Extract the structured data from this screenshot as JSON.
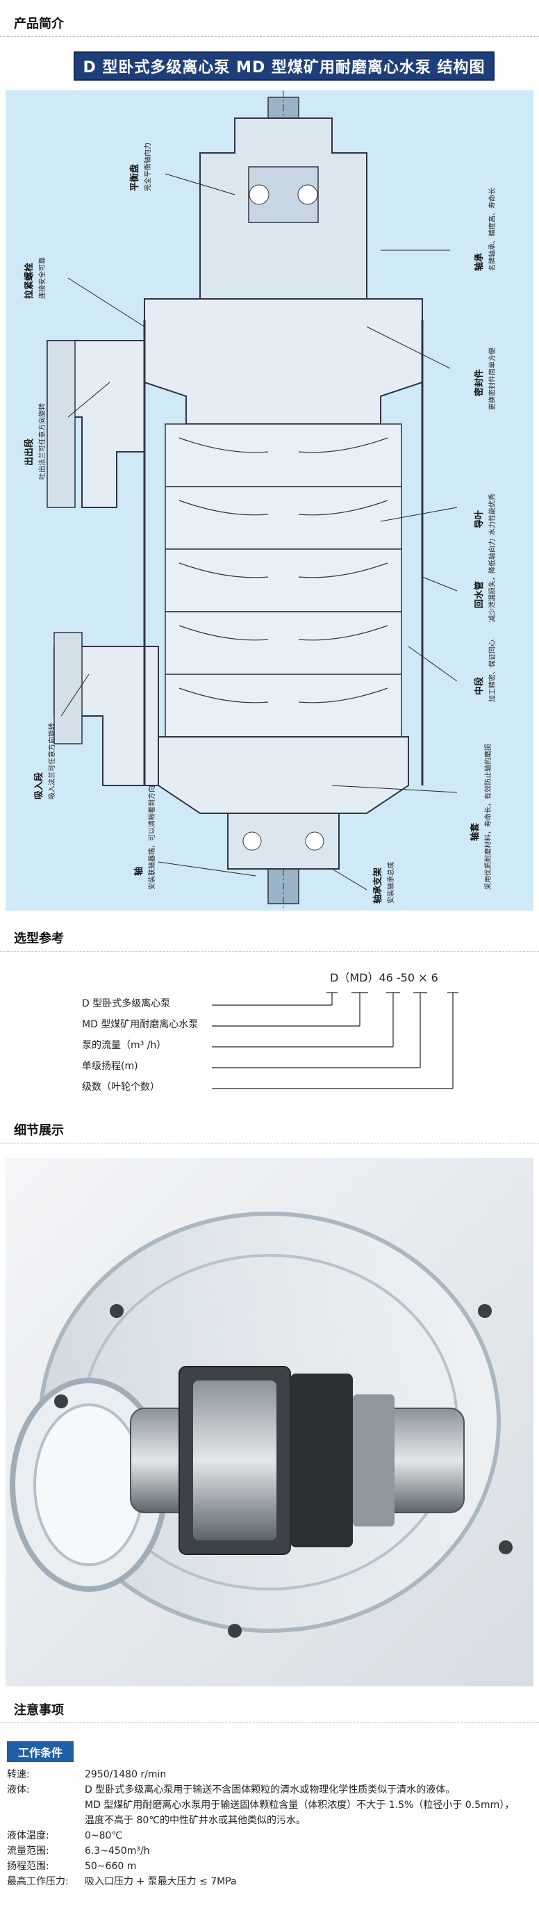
{
  "sections": {
    "intro": "产品简介",
    "selection": "选型参考",
    "details": "细节展示",
    "notes": "注意事项"
  },
  "banner": "D 型卧式多级离心泵  MD 型煤矿用耐磨离心水泵  结构图",
  "diagram_labels": [
    {
      "title": "平衡盘",
      "desc": "完全平衡轴向力"
    },
    {
      "title": "拉紧螺栓",
      "desc": "连接安全可靠"
    },
    {
      "title": "出出段",
      "desc": "吐出法兰可任意方向旋转"
    },
    {
      "title": "轴承",
      "desc": "名牌轴承、精度高、寿命长"
    },
    {
      "title": "密封件",
      "desc": "更换密封件简单方便"
    },
    {
      "title": "导叶",
      "desc": "水力性能优秀"
    },
    {
      "title": "回水管",
      "desc": "减少泄漏损失，降低轴向力"
    },
    {
      "title": "中段",
      "desc": "加工精密、保证同心"
    },
    {
      "title": "吸入段",
      "desc": "吸入法兰可任意方向旋转"
    },
    {
      "title": "轴套",
      "desc": "采用优质耐磨材料，寿命长，有效防止轴的磨损"
    },
    {
      "title": "轴",
      "desc": "安装联轴器端，可以清晰看到方向"
    },
    {
      "title": "轴承支架",
      "desc": "安装轴承总成"
    }
  ],
  "selection": {
    "model_code": "D（MD）46 -50 × 6",
    "items": [
      "D 型卧式多级离心泵",
      "MD 型煤矿用耐磨离心水泵",
      "泵的流量（m³ /h）",
      "单级扬程(m)",
      "级数（叶轮个数）"
    ]
  },
  "notes": {
    "badge": "工作条件",
    "specs": [
      {
        "k": "转速:",
        "v": "2950/1480  r/min"
      },
      {
        "k": "液体:",
        "v": "D 型卧式多级离心泵用于输送不含固体颗粒的清水或物理化学性质类似于清水的液体。"
      },
      {
        "k": "",
        "v": "MD 型煤矿用耐磨离心水泵用于输送固体颗粒含量（体积浓度）不大于 1.5%（粒径小于 0.5mm），"
      },
      {
        "k": "",
        "v": "温度不高于 80℃的中性矿井水或其他类似的污水。"
      },
      {
        "k": "液体温度:",
        "v": "0~80℃"
      },
      {
        "k": "流量范围:",
        "v": "6.3~450m³/h"
      },
      {
        "k": "扬程范围:",
        "v": "50~660 m"
      },
      {
        "k": "最高工作压力:",
        "v": "吸入口压力 + 泵最大压力 ≤ 7MPa"
      }
    ]
  },
  "colors": {
    "banner_bg": "#1e3e7a",
    "badge_bg": "#1e5fa8",
    "diagram_bg": "#cfe9f6"
  }
}
